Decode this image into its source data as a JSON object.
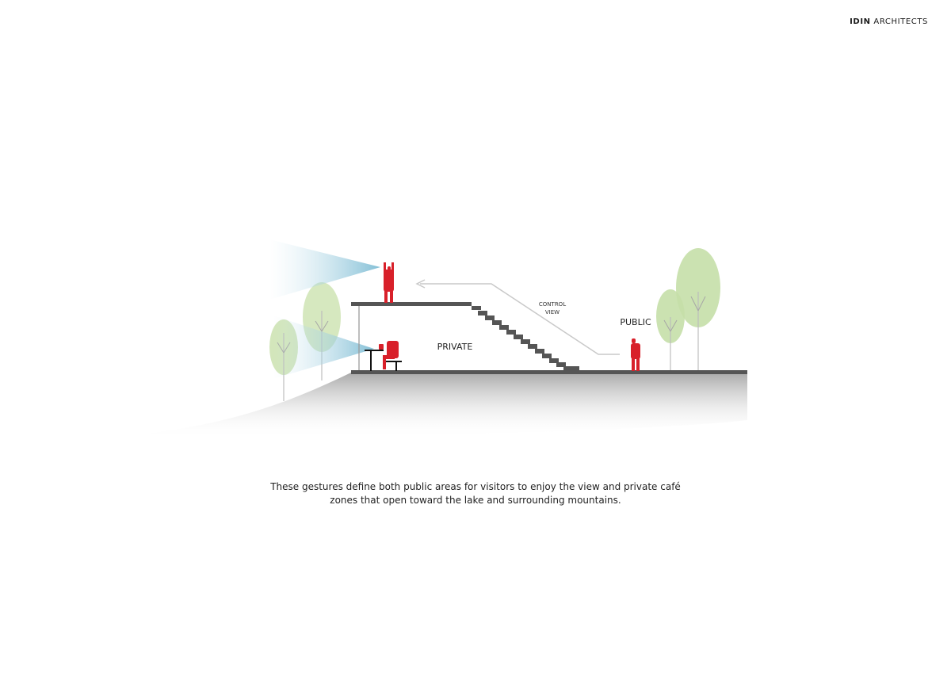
{
  "brand": {
    "name_bold": "IDIN",
    "name_rest": "ARCHITECTS"
  },
  "diagram": {
    "labels": {
      "private": "PRIVATE",
      "public": "PUBLIC",
      "control_view_line1": "CONTROL",
      "control_view_line2": "VIEW"
    },
    "colors": {
      "figure": "#d8202a",
      "structure": "#555555",
      "tree_canopy": "#c5dfa8",
      "view_cone": "#8fc8dc",
      "ground_shadow": "#9a9a9a"
    }
  },
  "caption": {
    "line1": "These gestures define both public areas for visitors to enjoy the view and private café",
    "line2": "zones that open toward the lake and surrounding mountains."
  }
}
